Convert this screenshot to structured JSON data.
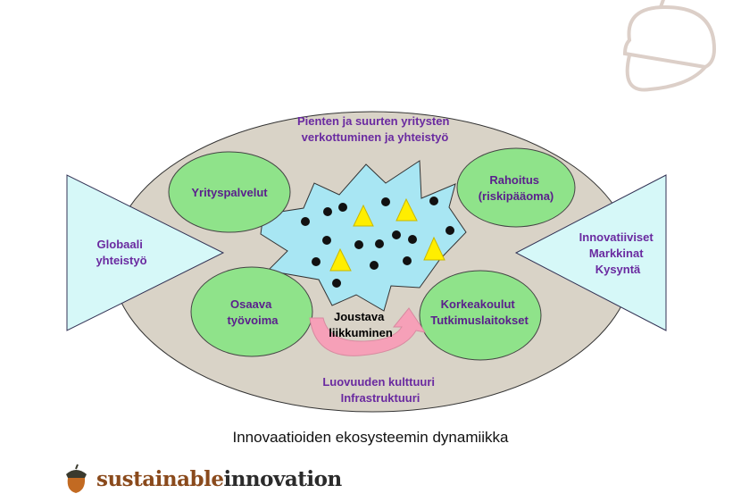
{
  "diagram": {
    "caption": "Innovaatioiden ekosysteemin dynamiikka",
    "top_label": [
      "Pienten ja suurten yritysten",
      "verkottuminen ja yhteistyö"
    ],
    "bottom_label": [
      "Luovuuden kulttuuri",
      "Infrastruktuuri"
    ],
    "left_triangle": [
      "Globaali",
      "yhteistyö"
    ],
    "right_triangle": [
      "Innovatiiviset",
      "Markkinat",
      "Kysyntä"
    ],
    "circles": {
      "top_left": [
        "Yrityspalvelut"
      ],
      "top_right": [
        "Rahoitus",
        "(riskipääoma)"
      ],
      "bottom_left": [
        "Osaava",
        "työvoima"
      ],
      "bottom_right": [
        "Korkeakoulut",
        "Tutkimuslaitokset"
      ]
    },
    "center_arrow_label": [
      "Joustava",
      "liikkuminen"
    ],
    "colors": {
      "ellipse": "#d9d3c7",
      "circle": "#8fe38a",
      "triangle": "#d6f8f8",
      "star": "#a8e6f3",
      "label_purple": "#6a2aa0",
      "arrow_pink": "#f6a0b8",
      "marker_yellow": "#ffee00",
      "dot": "#111111"
    }
  },
  "brand": {
    "part1": "sustainable",
    "part2": "innovation"
  }
}
